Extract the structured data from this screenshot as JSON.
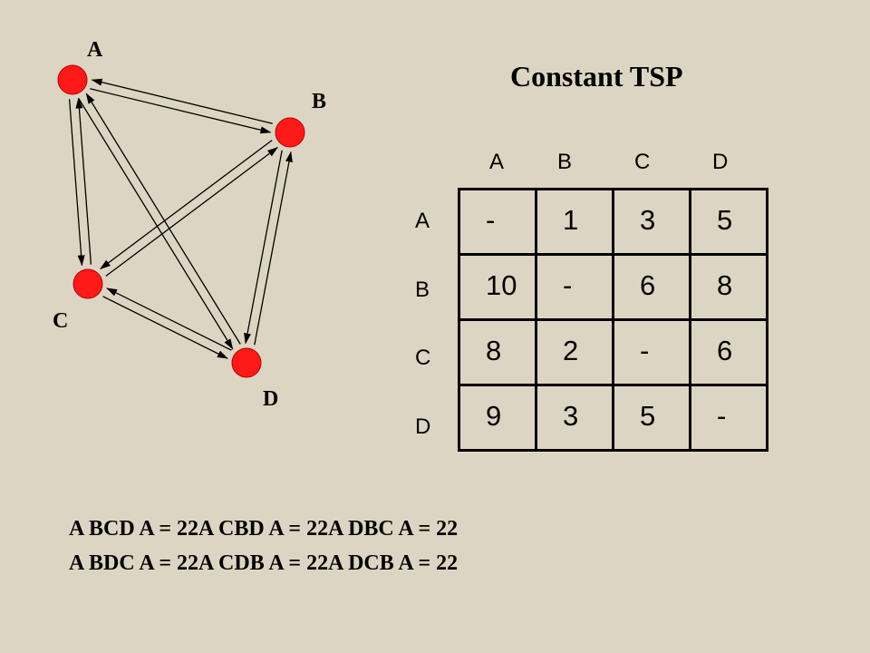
{
  "title": "Constant TSP",
  "graph": {
    "nodes": [
      {
        "id": "A",
        "label": "A"
      },
      {
        "id": "B",
        "label": "B"
      },
      {
        "id": "C",
        "label": "C"
      },
      {
        "id": "D",
        "label": "D"
      }
    ],
    "edges": [
      [
        "A",
        "B"
      ],
      [
        "B",
        "A"
      ],
      [
        "A",
        "C"
      ],
      [
        "C",
        "A"
      ],
      [
        "A",
        "D"
      ],
      [
        "D",
        "A"
      ],
      [
        "B",
        "C"
      ],
      [
        "C",
        "B"
      ],
      [
        "B",
        "D"
      ],
      [
        "D",
        "B"
      ],
      [
        "C",
        "D"
      ],
      [
        "D",
        "C"
      ]
    ],
    "node_color": "#ff1a1a",
    "edge_color": "#000000"
  },
  "matrix": {
    "col_headers": [
      "A",
      "B",
      "C",
      "D"
    ],
    "row_headers": [
      "A",
      "B",
      "C",
      "D"
    ],
    "rows": [
      [
        "-",
        "1",
        "3",
        "5"
      ],
      [
        "10",
        "-",
        "6",
        "8"
      ],
      [
        "8",
        "2",
        "-",
        "6"
      ],
      [
        "9",
        "3",
        "5",
        "-"
      ]
    ]
  },
  "tours": [
    "A BCD A = 22A CBD A = 22A DBC A = 22",
    "A BDC A = 22A CDB A = 22A DCB A = 22"
  ]
}
